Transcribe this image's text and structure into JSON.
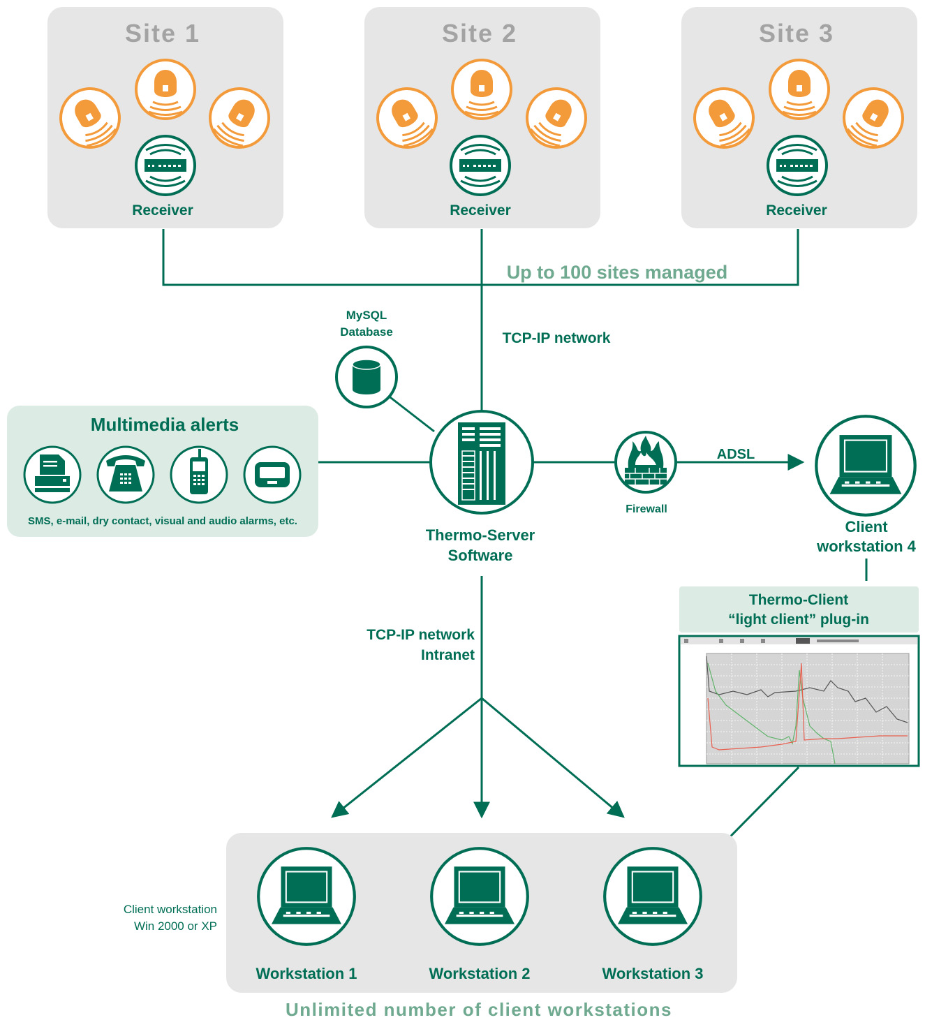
{
  "sites": [
    {
      "title": "Site 1",
      "receiver_label": "Receiver"
    },
    {
      "title": "Site 2",
      "receiver_label": "Receiver"
    },
    {
      "title": "Site 3",
      "receiver_label": "Receiver"
    }
  ],
  "network": {
    "sites_managed": "Up to 100 sites managed",
    "tcp_top": "TCP-IP network",
    "tcp_bottom_line1": "TCP-IP network",
    "tcp_bottom_line2": "Intranet",
    "adsl": "ADSL"
  },
  "database": {
    "line1": "MySQL",
    "line2": "Database"
  },
  "alerts": {
    "title": "Multimedia alerts",
    "caption": "SMS, e-mail, dry contact, visual and audio alarms, etc."
  },
  "server": {
    "line1": "Thermo-Server",
    "line2": "Software"
  },
  "firewall": {
    "label": "Firewall"
  },
  "client4": {
    "line1": "Client",
    "line2": "workstation 4"
  },
  "plugin": {
    "line1": "Thermo-Client",
    "line2": "“light client” plug-in"
  },
  "workstations": [
    {
      "label": "Workstation 1"
    },
    {
      "label": "Workstation 2"
    },
    {
      "label": "Workstation 3"
    }
  ],
  "client_note": {
    "line1": "Client workstation",
    "line2": "Win 2000 or XP"
  },
  "footer": "Unlimited number of client workstations",
  "colors": {
    "green": "#006e55",
    "orange": "#f39a3a",
    "grey_panel": "#e6e6e6",
    "mint_panel": "#dcebe4"
  }
}
